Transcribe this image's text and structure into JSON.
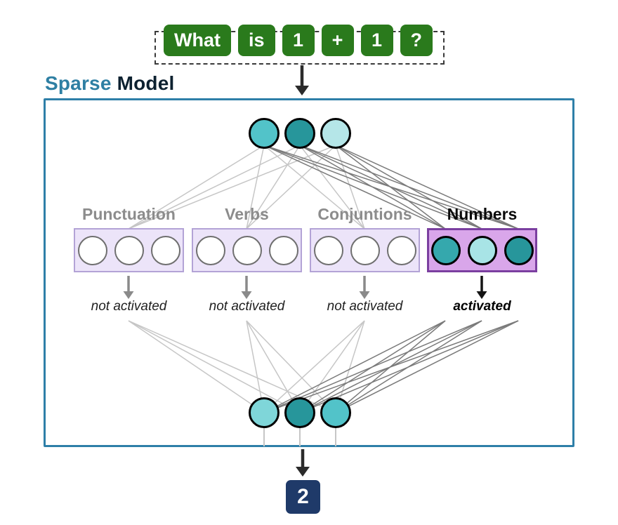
{
  "input": {
    "tokens": [
      "What",
      "is",
      "1",
      "+",
      "1",
      "?"
    ]
  },
  "title": {
    "sparse": "Sparse",
    "model": "Model"
  },
  "top_neurons": {
    "colors": [
      "#52c3c9",
      "#27969b",
      "#b5e6e8"
    ]
  },
  "bottom_neurons": {
    "colors": [
      "#7fd6d9",
      "#27969b",
      "#52c3c9"
    ]
  },
  "experts": [
    {
      "label": "Punctuation",
      "status": "not activated",
      "activated": false,
      "neuron_colors": [
        "#ffffff",
        "#ffffff",
        "#ffffff"
      ]
    },
    {
      "label": "Verbs",
      "status": "not activated",
      "activated": false,
      "neuron_colors": [
        "#ffffff",
        "#ffffff",
        "#ffffff"
      ]
    },
    {
      "label": "Conjuntions",
      "status": "not activated",
      "activated": false,
      "neuron_colors": [
        "#ffffff",
        "#ffffff",
        "#ffffff"
      ]
    },
    {
      "label": "Numbers",
      "status": "activated",
      "activated": true,
      "neuron_colors": [
        "#35a8ad",
        "#a8e4e6",
        "#27969b"
      ]
    }
  ],
  "output": {
    "value": "2"
  },
  "colors": {
    "token_bg": "#2a7a1c",
    "title_sparse": "#2e7fa3",
    "title_model": "#0d2130",
    "model_border": "#2e7fa8",
    "expert_inactive_bg": "#ece4f9",
    "expert_inactive_border": "#b3a3d6",
    "expert_active_bg": "#d9a6ea",
    "expert_active_border": "#7b3fa0",
    "inactive_label": "#8c8c8c",
    "line_light": "#c6c6c6",
    "line_dark": "#7a7a7a",
    "inactive_arrow": "#8a8a8a",
    "active_arrow": "#141414",
    "arrow_dark": "#2b2b2b",
    "output_bg": "#1f3a69"
  }
}
